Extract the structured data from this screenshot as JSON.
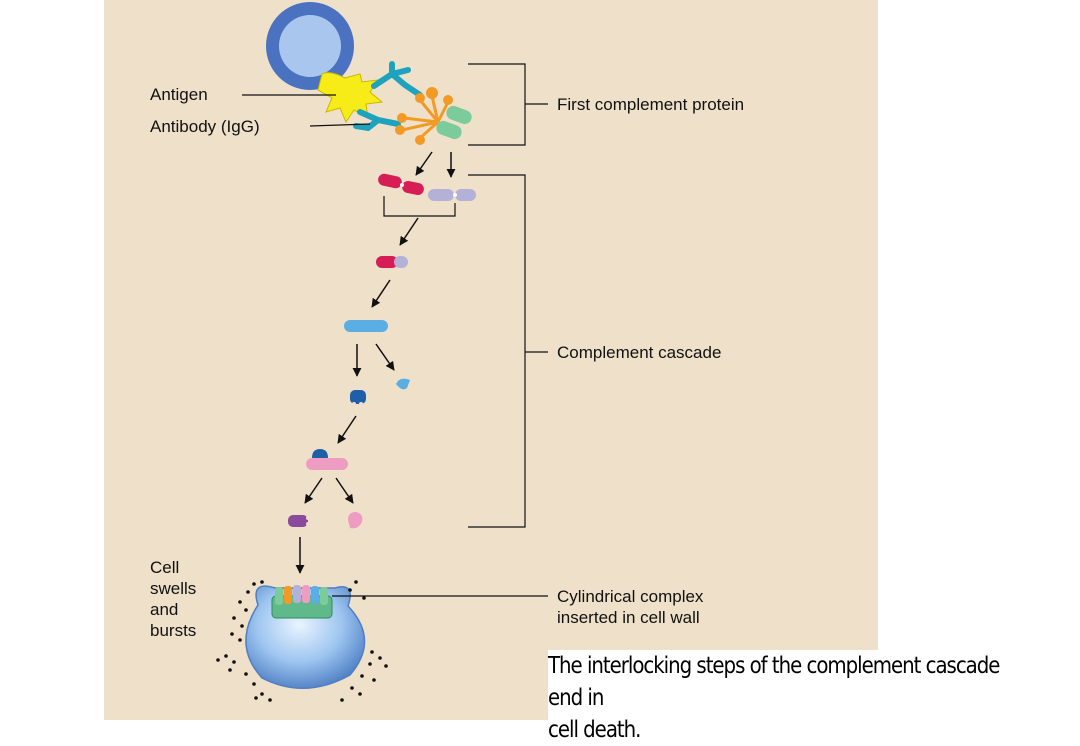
{
  "labels": {
    "antigen": "Antigen",
    "antibody": "Antibody (IgG)",
    "first_complement": "First complement protein",
    "complement_cascade": "Complement cascade",
    "cell_swells": [
      "Cell",
      "swells",
      "and",
      "bursts"
    ],
    "cylindrical_complex": [
      "Cylindrical complex",
      "inserted in cell wall"
    ]
  },
  "caption": {
    "line1": "The interlocking steps of the complement cascade end in",
    "line2": "cell death."
  },
  "colors": {
    "background": "#efe1c9",
    "target_cell": "#8fb0e0",
    "antigen": "#f7ec17",
    "antibody": "#1ea3bf",
    "complement_arm": "#f39a25",
    "green_protein": "#7ccb9a",
    "crimson_protein": "#d61d55",
    "lavender_protein": "#b4b1d9",
    "blue_protein": "#5aaee3",
    "navy_protein": "#1f5fa8",
    "pink_protein": "#ef9cc3",
    "purple_protein": "#8c4a9c",
    "lysing_cell": "#9ec6f0"
  }
}
